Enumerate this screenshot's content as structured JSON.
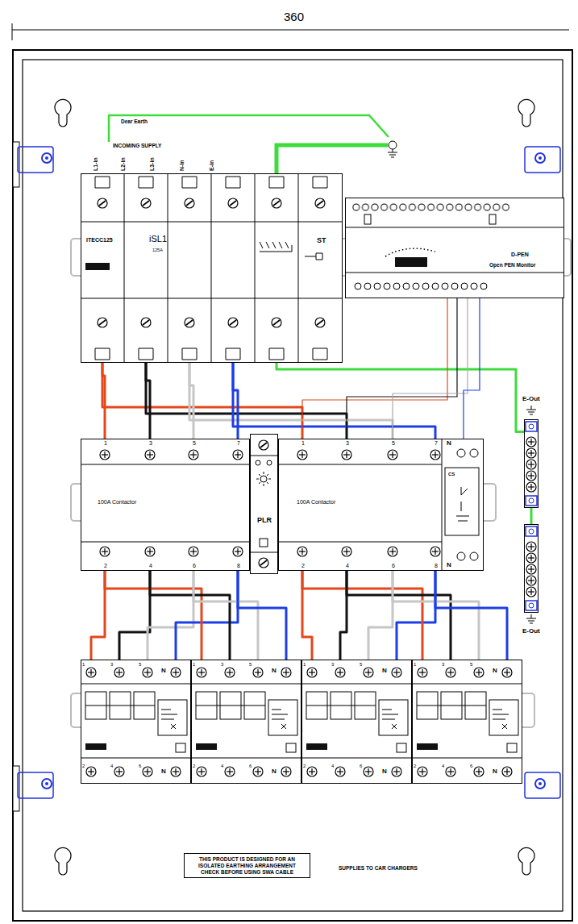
{
  "diagram": {
    "nodes": [
      {
        "text": [
          "ITECC125",
          "iSL1",
          "125A",
          "ST"
        ]
      },
      {
        "text": [
          "D-PEN",
          "Open PEN Monitor"
        ]
      },
      {
        "text": [
          "1",
          "3",
          "5",
          "7",
          "100A Contactor",
          "2",
          "4",
          "6",
          "8"
        ]
      },
      {
        "text": [
          "PLR"
        ]
      },
      {
        "text": [
          "1",
          "3",
          "5",
          "7",
          "N",
          "CS",
          "100A Contactor",
          "2",
          "4",
          "6",
          "8",
          "N"
        ]
      },
      {
        "text": [
          "1",
          "3",
          "5",
          "N",
          "2",
          "4",
          "6",
          "N"
        ]
      },
      {
        "text": [
          "1",
          "3",
          "5",
          "N",
          "2",
          "4",
          "6",
          "N"
        ]
      },
      {
        "text": [
          "1",
          "3",
          "5",
          "N",
          "2",
          "4",
          "6",
          "N"
        ]
      },
      {
        "text": [
          "1",
          "3",
          "5",
          "N",
          "2",
          "4",
          "6",
          "N"
        ]
      },
      {
        "text": [
          "E-Out"
        ]
      },
      {
        "text": [
          "E-Out"
        ]
      },
      {
        "text": [
          "THIS PRODUCT IS DESIGNED FOR AN ISOLATED EARTHING ARRANGEMENT CHECK BEFORE USING SWA CABLE"
        ]
      }
    ],
    "edges": [
      {
        "from": 0,
        "to": 2,
        "arrow": "none"
      },
      {
        "from": 0,
        "to": 4,
        "arrow": "none"
      },
      {
        "from": 0,
        "to": 2,
        "arrow": "none"
      },
      {
        "from": 0,
        "to": 4,
        "arrow": "none"
      },
      {
        "from": 0,
        "to": 2,
        "arrow": "none"
      },
      {
        "from": 0,
        "to": 4,
        "arrow": "none"
      },
      {
        "from": 0,
        "to": 2,
        "arrow": "none"
      },
      {
        "from": 0,
        "to": 4,
        "arrow": "none"
      },
      {
        "from": 0,
        "to": 9,
        "arrow": "none"
      },
      {
        "from": 1,
        "to": 4,
        "arrow": "none"
      },
      {
        "from": 1,
        "to": 4,
        "arrow": "none"
      },
      {
        "from": 1,
        "to": 4,
        "arrow": "none"
      },
      {
        "from": 1,
        "to": 4,
        "arrow": "none"
      },
      {
        "from": 9,
        "to": 10,
        "arrow": "none"
      },
      {
        "from": 2,
        "to": 5,
        "arrow": "none"
      },
      {
        "from": 2,
        "to": 5,
        "arrow": "none"
      },
      {
        "from": 2,
        "to": 5,
        "arrow": "none"
      },
      {
        "from": 2,
        "to": 5,
        "arrow": "none"
      },
      {
        "from": 2,
        "to": 6,
        "arrow": "none"
      },
      {
        "from": 2,
        "to": 6,
        "arrow": "none"
      },
      {
        "from": 2,
        "to": 6,
        "arrow": "none"
      },
      {
        "from": 2,
        "to": 6,
        "arrow": "none"
      },
      {
        "from": 4,
        "to": 7,
        "arrow": "none"
      },
      {
        "from": 4,
        "to": 7,
        "arrow": "none"
      },
      {
        "from": 4,
        "to": 7,
        "arrow": "none"
      },
      {
        "from": 4,
        "to": 7,
        "arrow": "none"
      },
      {
        "from": 4,
        "to": 8,
        "arrow": "none"
      },
      {
        "from": 4,
        "to": 8,
        "arrow": "none"
      },
      {
        "from": 4,
        "to": 8,
        "arrow": "none"
      },
      {
        "from": 4,
        "to": 8,
        "arrow": "none"
      }
    ],
    "labels": [
      "360",
      "Dear Earth",
      "INCOMING SUPPLY",
      "L1-in",
      "L2-in",
      "L3-in",
      "N-in",
      "E-in",
      "SUPPLIES TO CAR CHARGERS"
    ]
  }
}
